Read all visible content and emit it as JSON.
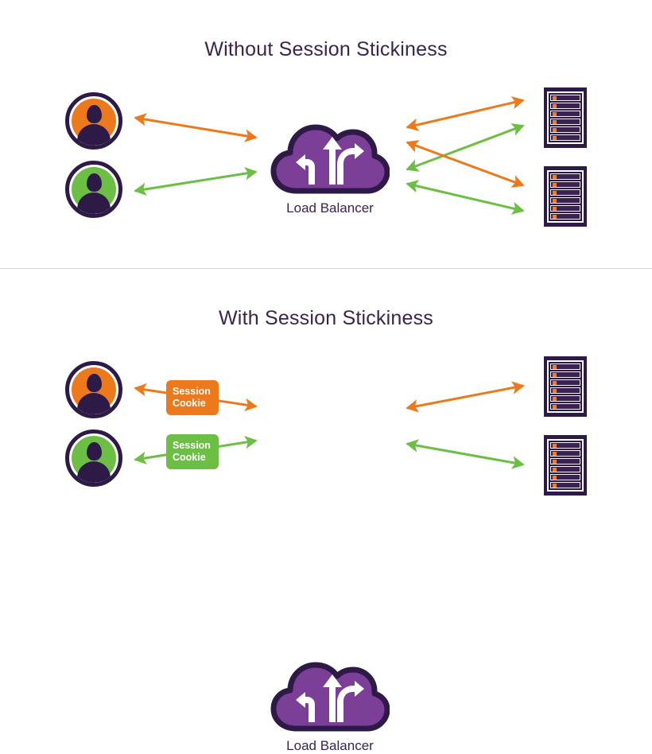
{
  "colors": {
    "orange": "#ec7a1c",
    "green": "#6cbe45",
    "purple": "#7b3f98",
    "dark_purple": "#2e1a47",
    "title_text": "#3b2450",
    "background": "#ffffff",
    "divider": "#d6d6d8"
  },
  "panels": [
    {
      "id": "without",
      "title": "Without Session Stickiness",
      "load_balancer_label": "Load Balancer",
      "users": [
        {
          "name": "user-orange",
          "color": "#ec7a1c"
        },
        {
          "name": "user-green",
          "color": "#6cbe45"
        }
      ],
      "servers": [
        {
          "name": "server-1",
          "slots": 6
        },
        {
          "name": "server-2",
          "slots": 6
        }
      ],
      "cookies": [],
      "routing": "Requests from each user are distributed across both servers (no affinity)"
    },
    {
      "id": "with",
      "title": "With Session Stickiness",
      "load_balancer_label": "Load Balancer",
      "users": [
        {
          "name": "user-orange",
          "color": "#ec7a1c"
        },
        {
          "name": "user-green",
          "color": "#6cbe45"
        }
      ],
      "servers": [
        {
          "name": "server-1",
          "slots": 6
        },
        {
          "name": "server-2",
          "slots": 6
        }
      ],
      "cookies": [
        {
          "label_line1": "Session",
          "label_line2": "Cookie",
          "color": "#ec7a1c"
        },
        {
          "label_line1": "Session",
          "label_line2": "Cookie",
          "color": "#6cbe45"
        }
      ],
      "routing": "Each user is pinned to one server via its session cookie"
    }
  ],
  "icons": {
    "cloud": "cloud-icon",
    "load_balance_arrows": "three-branching-arrows-icon",
    "server_rack": "server-rack-icon",
    "user_avatar": "user-avatar-icon"
  }
}
